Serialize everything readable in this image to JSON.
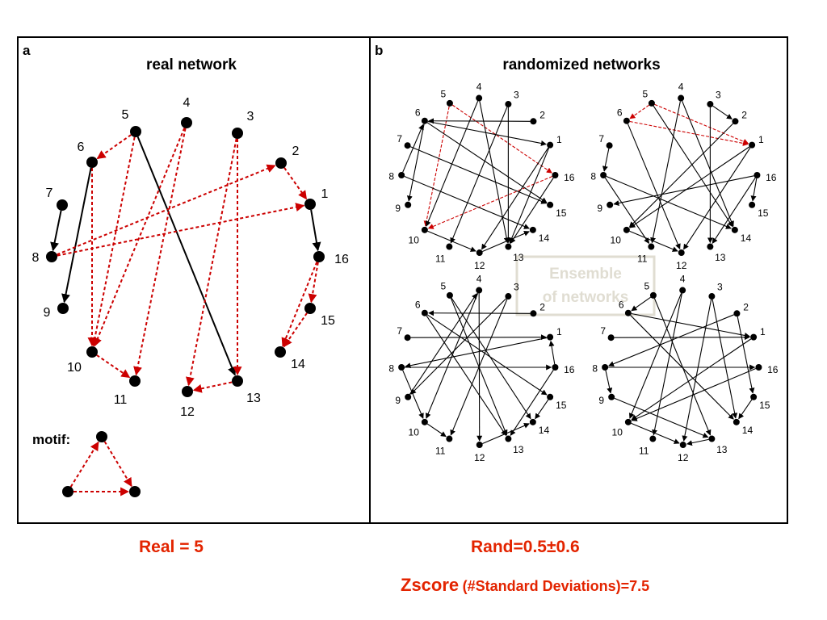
{
  "panel_a": {
    "letter": "a",
    "title": "real network",
    "nodes": [
      {
        "id": "1",
        "label": "1"
      },
      {
        "id": "2",
        "label": "2"
      },
      {
        "id": "3",
        "label": "3"
      },
      {
        "id": "4",
        "label": "4"
      },
      {
        "id": "5",
        "label": "5"
      },
      {
        "id": "6",
        "label": "6"
      },
      {
        "id": "7",
        "label": "7"
      },
      {
        "id": "8",
        "label": "8"
      },
      {
        "id": "9",
        "label": "9"
      },
      {
        "id": "10",
        "label": "10"
      },
      {
        "id": "11",
        "label": "11"
      },
      {
        "id": "12",
        "label": "12"
      },
      {
        "id": "13",
        "label": "13"
      },
      {
        "id": "14",
        "label": "14"
      },
      {
        "id": "15",
        "label": "15"
      },
      {
        "id": "16",
        "label": "16"
      }
    ],
    "edges": [
      {
        "from": "5",
        "to": "6",
        "style": "motif"
      },
      {
        "from": "5",
        "to": "10",
        "style": "motif"
      },
      {
        "from": "5",
        "to": "13",
        "style": "normal"
      },
      {
        "from": "6",
        "to": "10",
        "style": "motif"
      },
      {
        "from": "6",
        "to": "9",
        "style": "normal"
      },
      {
        "from": "7",
        "to": "8",
        "style": "normal"
      },
      {
        "from": "4",
        "to": "10",
        "style": "motif"
      },
      {
        "from": "4",
        "to": "11",
        "style": "motif"
      },
      {
        "from": "3",
        "to": "13",
        "style": "motif"
      },
      {
        "from": "3",
        "to": "12",
        "style": "motif"
      },
      {
        "from": "10",
        "to": "11",
        "style": "motif"
      },
      {
        "from": "13",
        "to": "12",
        "style": "motif"
      },
      {
        "from": "8",
        "to": "2",
        "style": "motif"
      },
      {
        "from": "8",
        "to": "1",
        "style": "motif"
      },
      {
        "from": "2",
        "to": "1",
        "style": "motif"
      },
      {
        "from": "1",
        "to": "16",
        "style": "normal"
      },
      {
        "from": "16",
        "to": "15",
        "style": "motif"
      },
      {
        "from": "16",
        "to": "14",
        "style": "motif"
      },
      {
        "from": "15",
        "to": "14",
        "style": "motif"
      }
    ],
    "motif_label": "motif:"
  },
  "panel_b": {
    "letter": "b",
    "title": "randomized networks",
    "ensemble_label_line1": "Ensemble",
    "ensemble_label_line2": "of networks",
    "networks": [
      {
        "edges": [
          {
            "from": "5",
            "to": "16",
            "style": "motif"
          },
          {
            "from": "5",
            "to": "10",
            "style": "motif"
          },
          {
            "from": "16",
            "to": "10",
            "style": "motif"
          },
          {
            "from": "6",
            "to": "1",
            "style": "normal"
          },
          {
            "from": "6",
            "to": "15",
            "style": "normal"
          },
          {
            "from": "6",
            "to": "9",
            "style": "normal"
          },
          {
            "from": "4",
            "to": "13",
            "style": "normal"
          },
          {
            "from": "4",
            "to": "10",
            "style": "normal"
          },
          {
            "from": "3",
            "to": "13",
            "style": "normal"
          },
          {
            "from": "3",
            "to": "11",
            "style": "normal"
          },
          {
            "from": "2",
            "to": "6",
            "style": "normal"
          },
          {
            "from": "1",
            "to": "13",
            "style": "normal"
          },
          {
            "from": "1",
            "to": "12",
            "style": "normal"
          },
          {
            "from": "8",
            "to": "14",
            "style": "normal"
          },
          {
            "from": "8",
            "to": "6",
            "style": "normal"
          },
          {
            "from": "7",
            "to": "15",
            "style": "normal"
          },
          {
            "from": "16",
            "to": "13",
            "style": "normal"
          },
          {
            "from": "12",
            "to": "14",
            "style": "normal"
          },
          {
            "from": "10",
            "to": "12",
            "style": "normal"
          }
        ]
      },
      {
        "edges": [
          {
            "from": "6",
            "to": "1",
            "style": "motif"
          },
          {
            "from": "5",
            "to": "6",
            "style": "motif"
          },
          {
            "from": "5",
            "to": "1",
            "style": "motif"
          },
          {
            "from": "4",
            "to": "14",
            "style": "normal"
          },
          {
            "from": "4",
            "to": "11",
            "style": "normal"
          },
          {
            "from": "3",
            "to": "2",
            "style": "normal"
          },
          {
            "from": "3",
            "to": "13",
            "style": "normal"
          },
          {
            "from": "1",
            "to": "12",
            "style": "normal"
          },
          {
            "from": "1",
            "to": "10",
            "style": "normal"
          },
          {
            "from": "16",
            "to": "9",
            "style": "normal"
          },
          {
            "from": "16",
            "to": "15",
            "style": "normal"
          },
          {
            "from": "16",
            "to": "13",
            "style": "normal"
          },
          {
            "from": "8",
            "to": "14",
            "style": "normal"
          },
          {
            "from": "8",
            "to": "11",
            "style": "normal"
          },
          {
            "from": "7",
            "to": "8",
            "style": "normal"
          },
          {
            "from": "2",
            "to": "10",
            "style": "normal"
          },
          {
            "from": "6",
            "to": "12",
            "style": "normal"
          },
          {
            "from": "10",
            "to": "12",
            "style": "normal"
          },
          {
            "from": "5",
            "to": "14",
            "style": "normal"
          }
        ]
      },
      {
        "edges": [
          {
            "from": "2",
            "to": "6",
            "style": "normal"
          },
          {
            "from": "1",
            "to": "8",
            "style": "normal"
          },
          {
            "from": "7",
            "to": "1",
            "style": "normal"
          },
          {
            "from": "5",
            "to": "13",
            "style": "normal"
          },
          {
            "from": "5",
            "to": "14",
            "style": "normal"
          },
          {
            "from": "4",
            "to": "12",
            "style": "normal"
          },
          {
            "from": "4",
            "to": "10",
            "style": "normal"
          },
          {
            "from": "3",
            "to": "9",
            "style": "normal"
          },
          {
            "from": "3",
            "to": "11",
            "style": "normal"
          },
          {
            "from": "6",
            "to": "13",
            "style": "normal"
          },
          {
            "from": "6",
            "to": "15",
            "style": "normal"
          },
          {
            "from": "8",
            "to": "16",
            "style": "normal"
          },
          {
            "from": "8",
            "to": "10",
            "style": "normal"
          },
          {
            "from": "16",
            "to": "13",
            "style": "normal"
          },
          {
            "from": "16",
            "to": "1",
            "style": "normal"
          },
          {
            "from": "12",
            "to": "14",
            "style": "normal"
          },
          {
            "from": "10",
            "to": "11",
            "style": "normal"
          },
          {
            "from": "15",
            "to": "14",
            "style": "normal"
          },
          {
            "from": "9",
            "to": "4",
            "style": "normal"
          }
        ]
      },
      {
        "edges": [
          {
            "from": "7",
            "to": "1",
            "style": "normal"
          },
          {
            "from": "8",
            "to": "16",
            "style": "normal"
          },
          {
            "from": "2",
            "to": "8",
            "style": "normal"
          },
          {
            "from": "6",
            "to": "1",
            "style": "normal"
          },
          {
            "from": "5",
            "to": "6",
            "style": "normal"
          },
          {
            "from": "4",
            "to": "11",
            "style": "normal"
          },
          {
            "from": "4",
            "to": "10",
            "style": "normal"
          },
          {
            "from": "3",
            "to": "14",
            "style": "normal"
          },
          {
            "from": "3",
            "to": "12",
            "style": "normal"
          },
          {
            "from": "5",
            "to": "13",
            "style": "normal"
          },
          {
            "from": "1",
            "to": "10",
            "style": "normal"
          },
          {
            "from": "16",
            "to": "10",
            "style": "normal"
          },
          {
            "from": "6",
            "to": "14",
            "style": "normal"
          },
          {
            "from": "2",
            "to": "15",
            "style": "normal"
          },
          {
            "from": "8",
            "to": "9",
            "style": "normal"
          },
          {
            "from": "15",
            "to": "14",
            "style": "normal"
          },
          {
            "from": "10",
            "to": "12",
            "style": "normal"
          },
          {
            "from": "13",
            "to": "12",
            "style": "normal"
          },
          {
            "from": "9",
            "to": "13",
            "style": "normal"
          }
        ]
      }
    ]
  },
  "results": {
    "real": "Real = 5",
    "rand": "Rand=0.5±0.6",
    "zscore_word": "Zscore",
    "zscore_rest": "(#Standard Deviations)=7.5"
  },
  "colors": {
    "motif_edge": "#cc0000",
    "normal_edge": "#000000",
    "result_text": "#e32400",
    "ensemble_box": "#e0ddd2"
  }
}
